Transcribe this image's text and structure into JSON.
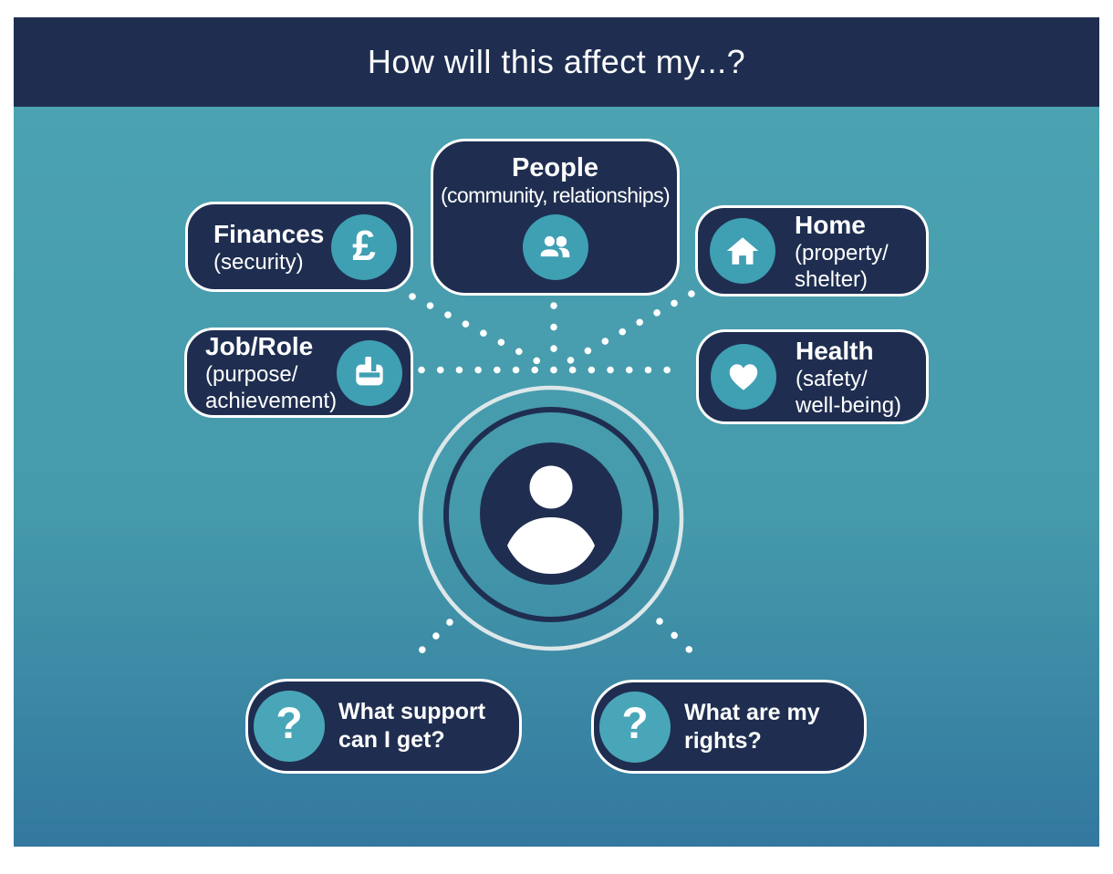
{
  "header": {
    "title": "How will this affect my...?"
  },
  "boxes": {
    "people": {
      "title": "People",
      "subtitle": "(community, relationships)",
      "icon": "people-icon"
    },
    "finances": {
      "title": "Finances",
      "subtitle": "(security)",
      "icon": "pound-icon",
      "symbol": "£"
    },
    "home": {
      "title": "Home",
      "subtitle_line1": "(property/",
      "subtitle_line2": "shelter)",
      "icon": "home-icon"
    },
    "job_role": {
      "title": "Job/Role",
      "subtitle_line1": "(purpose/",
      "subtitle_line2": "achievement)",
      "icon": "briefcase-icon"
    },
    "health": {
      "title": "Health",
      "subtitle_line1": "(safety/",
      "subtitle_line2": "well-being)",
      "icon": "heart-icon"
    },
    "support": {
      "line1": "What support",
      "line2": "can I get?",
      "symbol": "?",
      "icon": "question-icon"
    },
    "rights": {
      "line1": "What are my",
      "line2": "rights?",
      "symbol": "?",
      "icon": "question-icon"
    }
  },
  "center": {
    "icon": "person-icon"
  },
  "colors": {
    "navy": "#1F2E50",
    "teal_top": "#4BA2B1",
    "teal_bottom": "#33789F",
    "icon_circle": "#3F9FB3",
    "question_circle": "#49A6B8",
    "outer_ring": "#DDE7EA",
    "white": "#FFFFFF"
  }
}
